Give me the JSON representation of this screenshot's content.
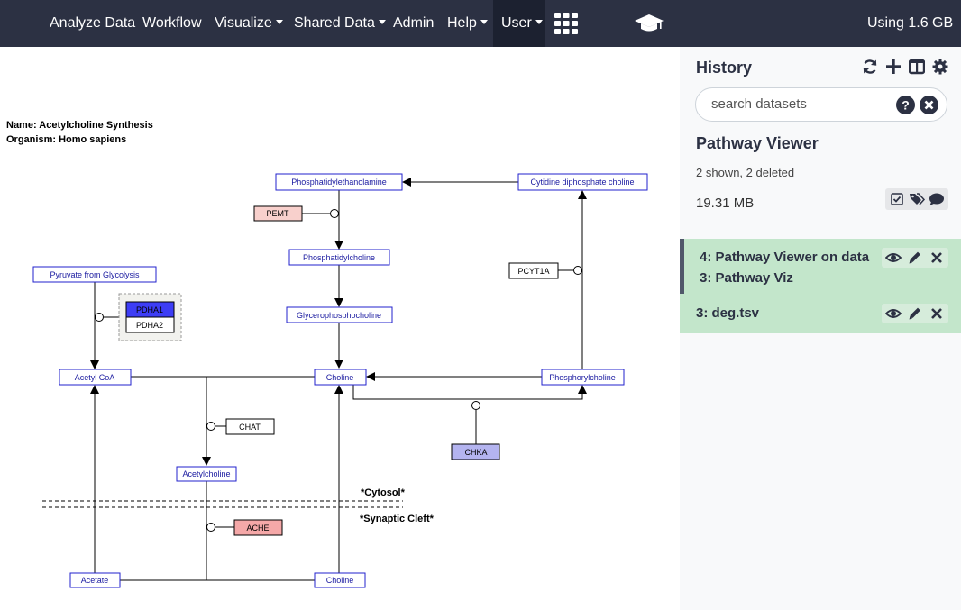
{
  "navbar": {
    "items": [
      {
        "label": "Analyze Data"
      },
      {
        "label": "Workflow"
      },
      {
        "label": "Visualize"
      },
      {
        "label": "Shared Data"
      },
      {
        "label": "Admin"
      },
      {
        "label": "Help"
      },
      {
        "label": "User"
      }
    ],
    "usage": "Using 1.6 GB",
    "icons": [
      "apps-grid-icon",
      "graduation-cap-icon"
    ]
  },
  "pathway": {
    "name_label": "Name: Acetylcholine Synthesis",
    "organism_label": "Organism: Homo sapiens",
    "metabolites": {
      "phosphatidylethanolamine": "Phosphatidylethanolamine",
      "cdp_choline": "Cytidine diphosphate choline",
      "phosphatidylcholine": "Phosphatidylcholine",
      "pyruvate": "Pyruvate from Glycolysis",
      "glycerophosphocholine": "Glycerophosphocholine",
      "acetyl_coa": "Acetyl CoA",
      "choline": "Choline",
      "phosphorylcholine": "Phosphorylcholine",
      "acetylcholine": "Acetylcholine",
      "acetate": "Acetate",
      "choline_cleft": "Choline"
    },
    "genes": {
      "pemt": "PEMT",
      "pcyt1a": "PCYT1A",
      "pdha1": "PDHA1",
      "pdha2": "PDHA2",
      "chat": "CHAT",
      "chka": "CHKA",
      "ache": "ACHE"
    },
    "labels": {
      "cytosol": "*Cytosol*",
      "synaptic_cleft": "*Synaptic Cleft*"
    },
    "gene_colors": {
      "pemt": "#f8d0cc",
      "pdha1": "#3d3df5",
      "chka": "#b4b4f0",
      "ache": "#f5a8a8"
    }
  },
  "history": {
    "title": "History",
    "search_placeholder": "search datasets",
    "name": "Pathway Viewer",
    "stats": "2 shown, 2 deleted",
    "size": "19.31 MB",
    "datasets": [
      {
        "title_line1": "4: Pathway Viewer on data",
        "title_line2": "3: Pathway Viz"
      },
      {
        "title_line1": "3: deg.tsv"
      }
    ]
  }
}
